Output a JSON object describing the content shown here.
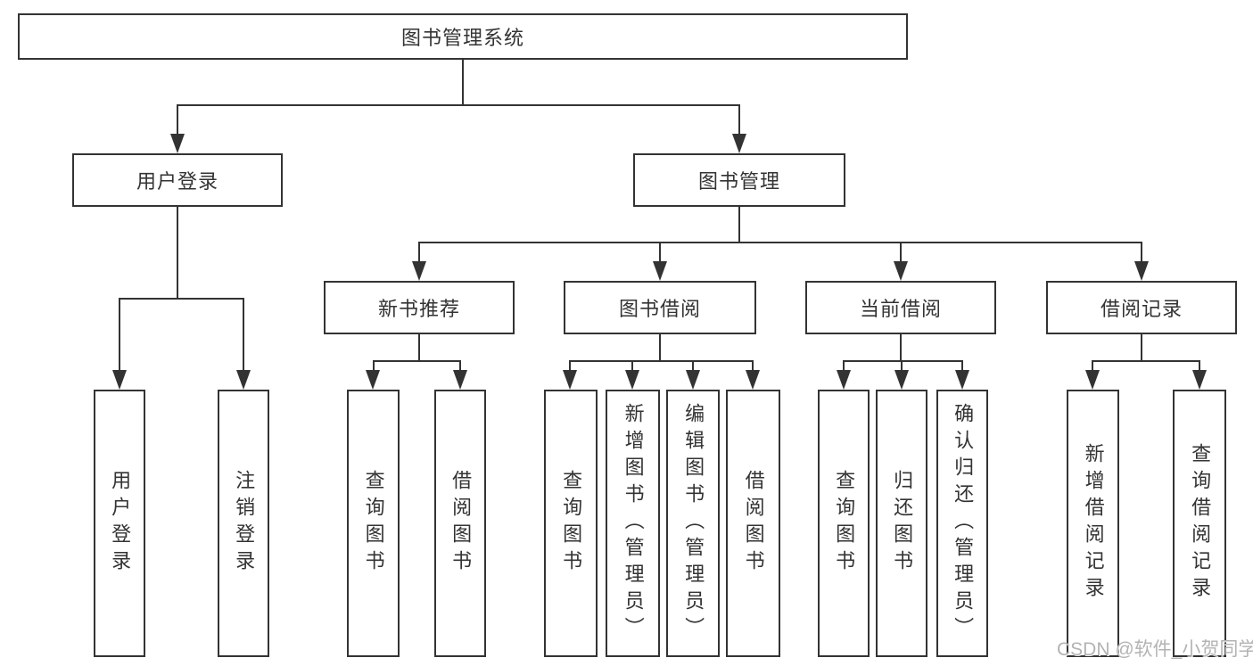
{
  "colors": {
    "line": "#333333",
    "text": "#333333",
    "box_background": "#ffffff",
    "watermark": "#b3b3b3",
    "page_background": "#ffffff"
  },
  "diagram": {
    "root": "图书管理系统",
    "branches": [
      {
        "label": "用户登录",
        "children": [
          "用户登录",
          "注销登录"
        ]
      },
      {
        "label": "图书管理",
        "groups": [
          {
            "label": "新书推荐",
            "children": [
              "查询图书",
              "借阅图书"
            ]
          },
          {
            "label": "图书借阅",
            "children": [
              "查询图书",
              "新增图书（管理员）",
              "编辑图书（管理员）",
              "借阅图书"
            ]
          },
          {
            "label": "当前借阅",
            "children": [
              "查询图书",
              "归还图书",
              "确认归还（管理员）"
            ]
          },
          {
            "label": "借阅记录",
            "children": [
              "新增借阅记录",
              "查询借阅记录"
            ]
          }
        ]
      }
    ]
  },
  "watermark": {
    "text": "CSDN @软件_小贺同学"
  }
}
